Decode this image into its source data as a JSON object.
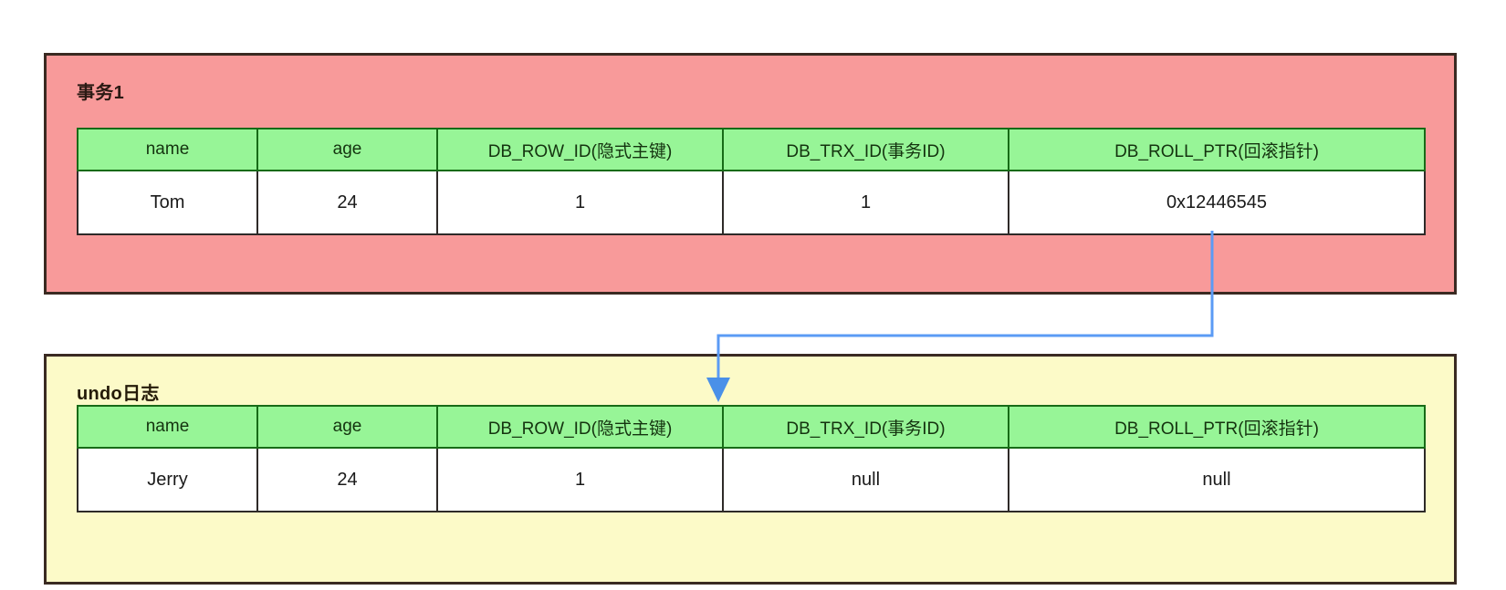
{
  "diagram": {
    "title_transaction": "事务1",
    "title_undo": "undo日志",
    "columns": [
      "name",
      "age",
      "DB_ROW_ID(隐式主键)",
      "DB_TRX_ID(事务ID)",
      "DB_ROLL_PTR(回滚指针)"
    ],
    "transaction_row": {
      "name": "Tom",
      "age": "24",
      "db_row_id": "1",
      "db_trx_id": "1",
      "db_roll_ptr": "0x12446545"
    },
    "undo_row": {
      "name": "Jerry",
      "age": "24",
      "db_row_id": "1",
      "db_trx_id": "null",
      "db_roll_ptr": "null"
    },
    "colors": {
      "transaction_panel_fill": "#f89a9a",
      "undo_panel_fill": "#fcfac8",
      "panel_border": "#3a2a22",
      "header_fill": "#97f597",
      "header_border": "#176b17",
      "cell_border": "#2e2a28",
      "arrow": "#5b9bf5"
    },
    "arrow": {
      "label": "roll-pointer-to-undo-log",
      "from": "DB_ROLL_PTR cell of 事务1",
      "to": "undo日志 table"
    }
  }
}
